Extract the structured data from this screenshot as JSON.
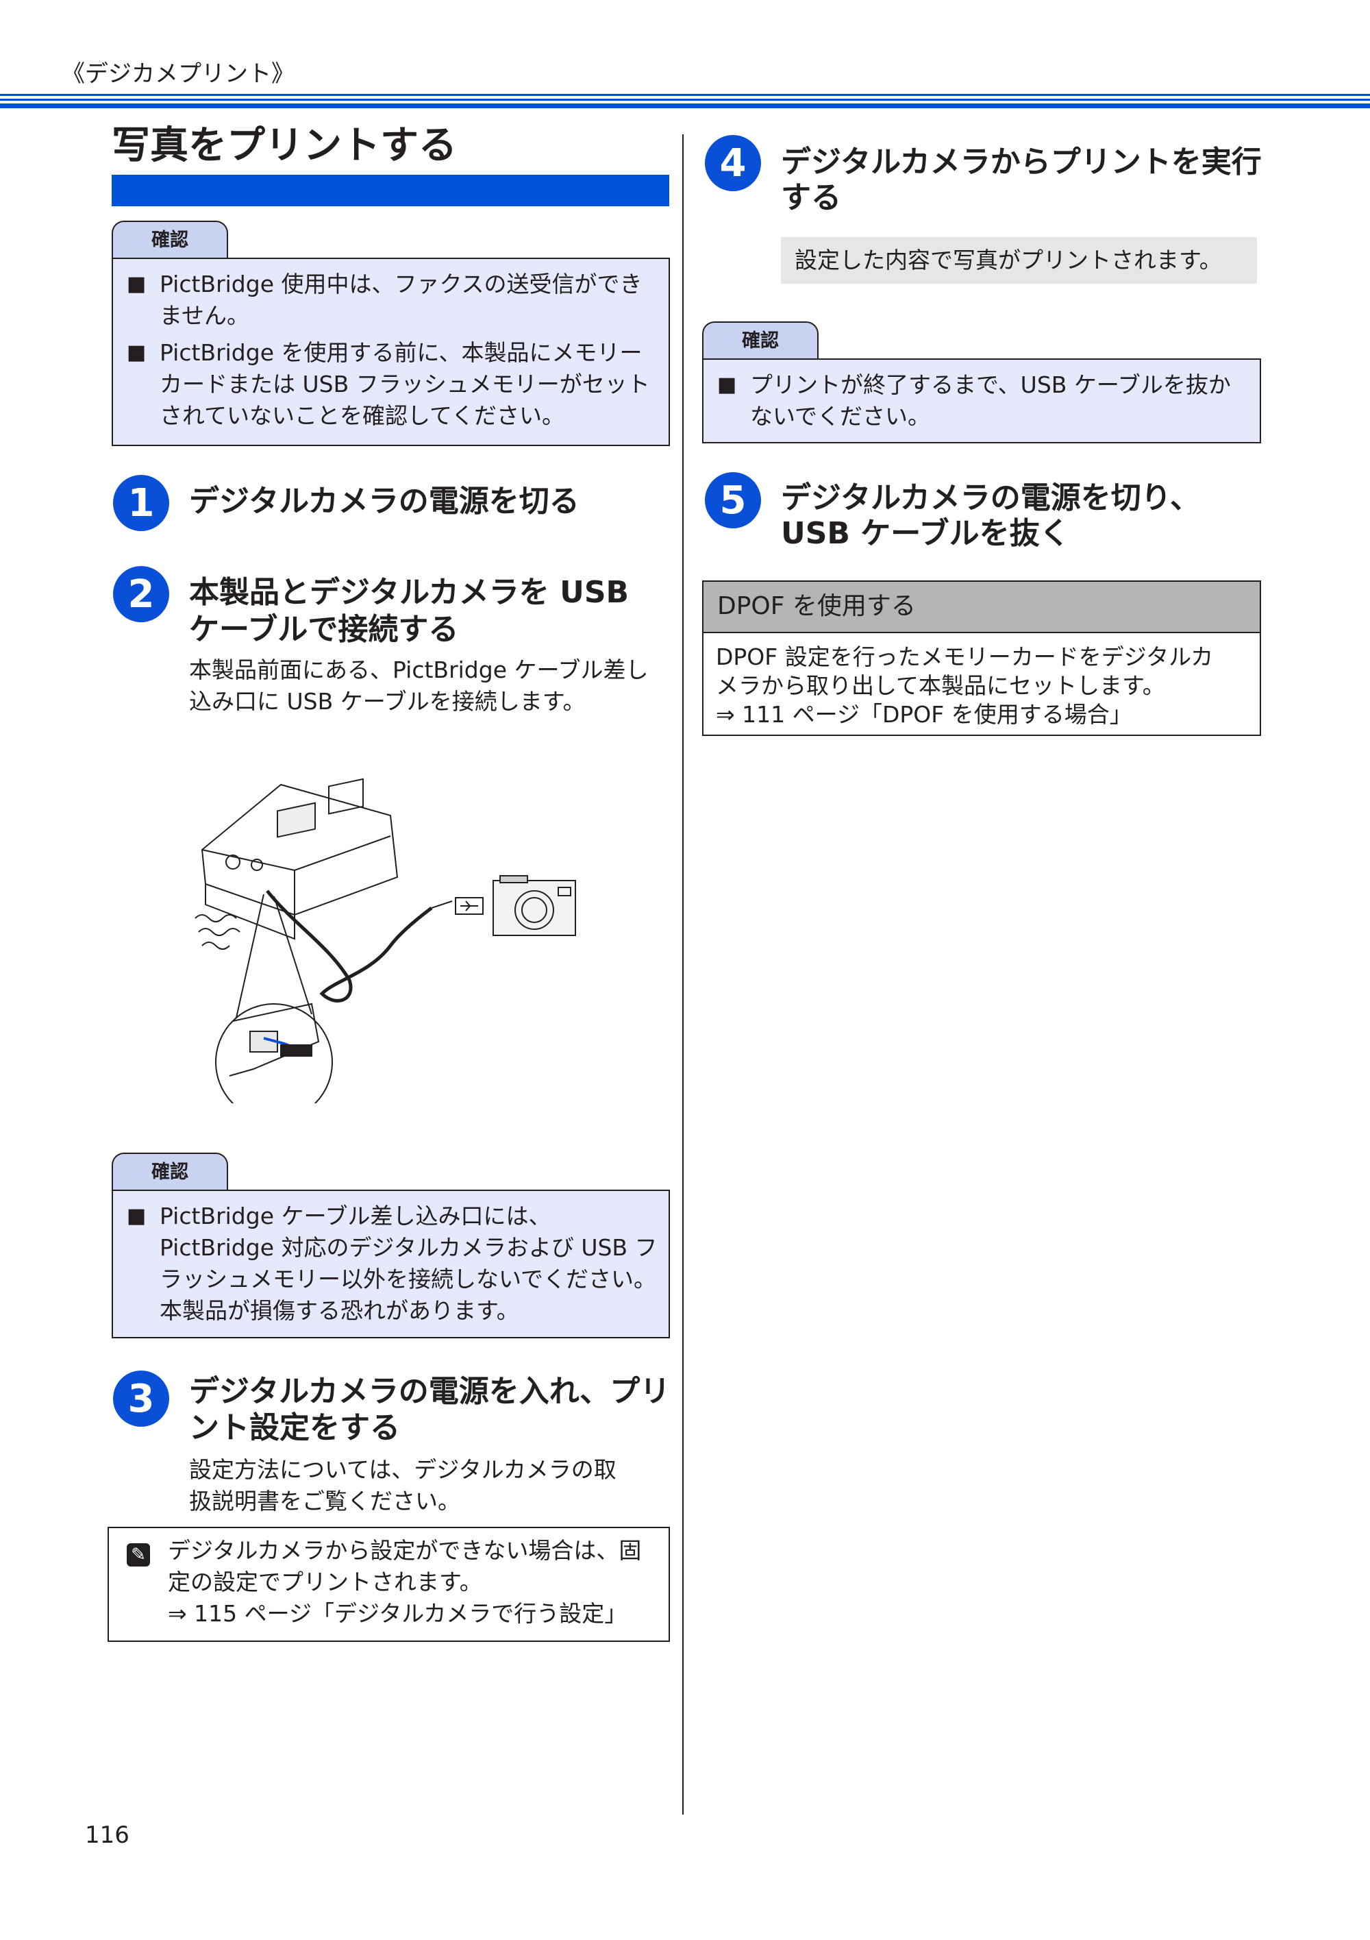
{
  "header": {
    "breadcrumb": "《デジカメプリント》"
  },
  "page_title": "写真をプリントする",
  "left": {
    "kakunin1": {
      "tab": "確認",
      "items": [
        "PictBridge 使用中は、ファクスの送受信ができません。",
        "PictBridge を使用する前に、本製品にメモリーカードまたは USB フラッシュメモリーがセットされていないことを確認してください。"
      ]
    },
    "step1": {
      "num": "1",
      "title": "デジタルカメラの電源を切る"
    },
    "step2": {
      "num": "2",
      "title_l1": "本製品とデジタルカメラを USB",
      "title_l2": "ケーブルで接続する",
      "body_l1": "本製品前面にある、PictBridge ケーブル差し",
      "body_l2": "込み口に USB ケーブルを接続します。"
    },
    "kakunin2": {
      "tab": "確認",
      "items": [
        "PictBridge ケーブル差し込み口には、PictBridge 対応のデジタルカメラおよび USB フラッシュメモリー以外を接続しないでください。本製品が損傷する恐れがあります。"
      ]
    },
    "step3": {
      "num": "3",
      "title_l1": "デジタルカメラの電源を入れ、プリ",
      "title_l2": "ント設定をする",
      "body_l1": "設定方法については、デジタルカメラの取",
      "body_l2": "扱説明書をご覧ください。"
    },
    "note": {
      "l1": "デジタルカメラから設定ができない場合は、固",
      "l2": "定の設定でプリントされます。",
      "l3": "⇒ 115 ページ「デジタルカメラで行う設定」"
    }
  },
  "right": {
    "step4": {
      "num": "4",
      "title_l1": "デジタルカメラからプリントを実行",
      "title_l2": "する",
      "result": "設定した内容で写真がプリントされます。"
    },
    "kakunin3": {
      "tab": "確認",
      "items": [
        "プリントが終了するまで、USB ケーブルを抜かないでください。"
      ]
    },
    "step5": {
      "num": "5",
      "title_l1": "デジタルカメラの電源を切り、",
      "title_l2": "USB ケーブルを抜く"
    },
    "dpof": {
      "heading": "DPOF を使用する",
      "l1": "DPOF 設定を行ったメモリーカードをデジタルカ",
      "l2": "メラから取り出して本製品にセットします。",
      "l3": "⇒ 111 ページ「DPOF を使用する場合」"
    }
  },
  "footer": {
    "page_number": "116"
  },
  "colors": {
    "accent": "#0052d9",
    "step": "#0a4fd8",
    "kakunin_bg": "#e5e9fb",
    "kakunin_tab": "#c9d2f0"
  }
}
